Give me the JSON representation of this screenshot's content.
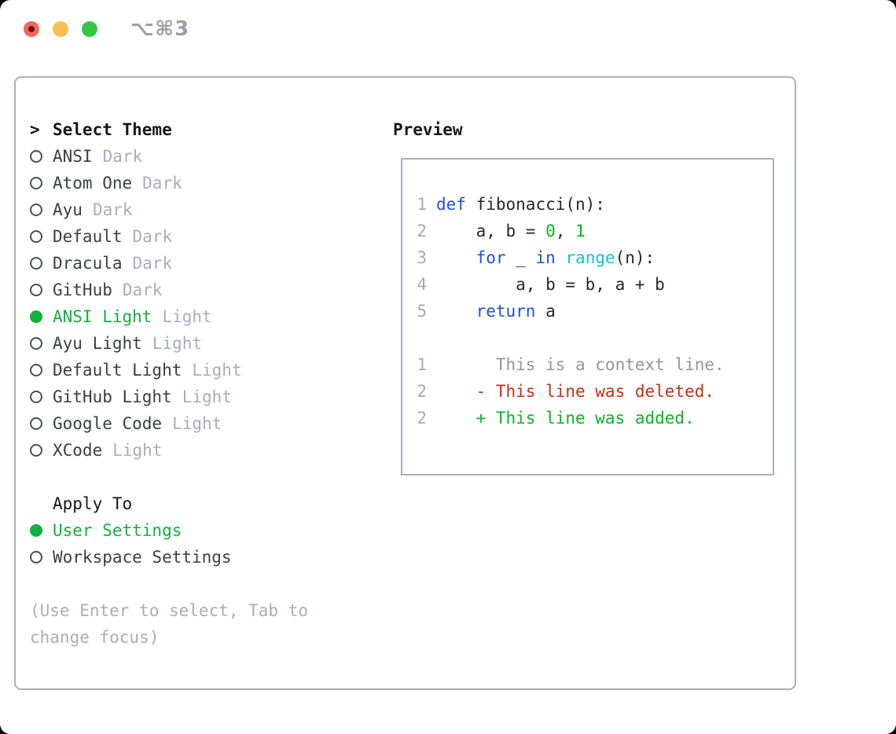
{
  "window": {
    "title": "⌥⌘3",
    "traffic_lights": [
      "close",
      "minimize",
      "zoom"
    ]
  },
  "colors": {
    "selection_green": "#0fb23c",
    "keyword_blue": "#2150d8",
    "builtin_cyan": "#12c2cf",
    "literal_green": "#00b81f",
    "deleted_red": "#c62f15",
    "muted_gray": "#a7aebb",
    "border_gray": "#a9b0ba"
  },
  "theme_panel": {
    "header": {
      "cursor": ">",
      "label": "Select Theme"
    },
    "themes": [
      {
        "label": "ANSI",
        "variant": "Dark",
        "selected": false
      },
      {
        "label": "Atom One",
        "variant": "Dark",
        "selected": false
      },
      {
        "label": "Ayu",
        "variant": "Dark",
        "selected": false
      },
      {
        "label": "Default",
        "variant": "Dark",
        "selected": false
      },
      {
        "label": "Dracula",
        "variant": "Dark",
        "selected": false
      },
      {
        "label": "GitHub",
        "variant": "Dark",
        "selected": false
      },
      {
        "label": "ANSI Light",
        "variant": "Light",
        "selected": true
      },
      {
        "label": "Ayu Light",
        "variant": "Light",
        "selected": false
      },
      {
        "label": "Default Light",
        "variant": "Light",
        "selected": false
      },
      {
        "label": "GitHub Light",
        "variant": "Light",
        "selected": false
      },
      {
        "label": "Google Code",
        "variant": "Light",
        "selected": false
      },
      {
        "label": "XCode",
        "variant": "Light",
        "selected": false
      }
    ],
    "apply_to": {
      "header": "Apply To",
      "options": [
        {
          "label": "User Settings",
          "selected": true
        },
        {
          "label": "Workspace Settings",
          "selected": false
        }
      ]
    },
    "help_lines": [
      "(Use Enter to select, Tab to",
      "change focus)"
    ]
  },
  "preview": {
    "title": "Preview",
    "code_lines": [
      {
        "num": "1",
        "segments": [
          {
            "t": "def",
            "s": "kw"
          },
          {
            "t": " fibonacci(n):",
            "s": "plain"
          }
        ]
      },
      {
        "num": "2",
        "segments": [
          {
            "t": "    a, b = ",
            "s": "plain"
          },
          {
            "t": "0",
            "s": "num"
          },
          {
            "t": ", ",
            "s": "plain"
          },
          {
            "t": "1",
            "s": "num"
          }
        ]
      },
      {
        "num": "3",
        "segments": [
          {
            "t": "    ",
            "s": "plain"
          },
          {
            "t": "for",
            "s": "kw"
          },
          {
            "t": " _ ",
            "s": "plain"
          },
          {
            "t": "in",
            "s": "kw"
          },
          {
            "t": " ",
            "s": "plain"
          },
          {
            "t": "range",
            "s": "fn"
          },
          {
            "t": "(n):",
            "s": "plain"
          }
        ]
      },
      {
        "num": "4",
        "segments": [
          {
            "t": "        a, b = b, a + b",
            "s": "plain"
          }
        ]
      },
      {
        "num": "5",
        "segments": [
          {
            "t": "    ",
            "s": "plain"
          },
          {
            "t": "return",
            "s": "kw"
          },
          {
            "t": " a",
            "s": "plain"
          }
        ]
      },
      {
        "num": "",
        "segments": []
      },
      {
        "num": "1",
        "segments": [
          {
            "t": "      This is a context line.",
            "s": "ctx"
          }
        ]
      },
      {
        "num": "2",
        "segments": [
          {
            "t": "    - This line was deleted.",
            "s": "del"
          }
        ]
      },
      {
        "num": "2",
        "segments": [
          {
            "t": "    + This line was added.",
            "s": "add"
          }
        ]
      }
    ]
  }
}
